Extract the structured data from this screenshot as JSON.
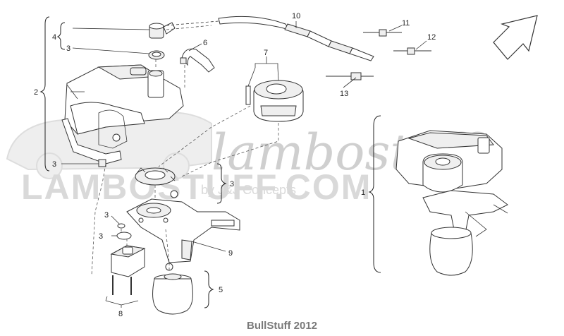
{
  "watermark": {
    "brand_main": "LAMBOSTUFF.COM",
    "brand_script": "lambostuff",
    "brand_sub": "by J&J Concepts"
  },
  "footer": {
    "credit": "BullStuff 2012"
  },
  "callouts": {
    "c1": "1",
    "c2": "2",
    "c3a": "3",
    "c3b": "3",
    "c3c": "3",
    "c3d": "3",
    "c3e": "3",
    "c4": "4",
    "c5": "5",
    "c6": "6",
    "c7": "7",
    "c8": "8",
    "c9": "9",
    "c10": "10",
    "c11": "11",
    "c12": "12",
    "c13": "13"
  },
  "colors": {
    "line": "#333333",
    "watermark": "#d9d9d9",
    "footer": "#7a7a7a"
  }
}
